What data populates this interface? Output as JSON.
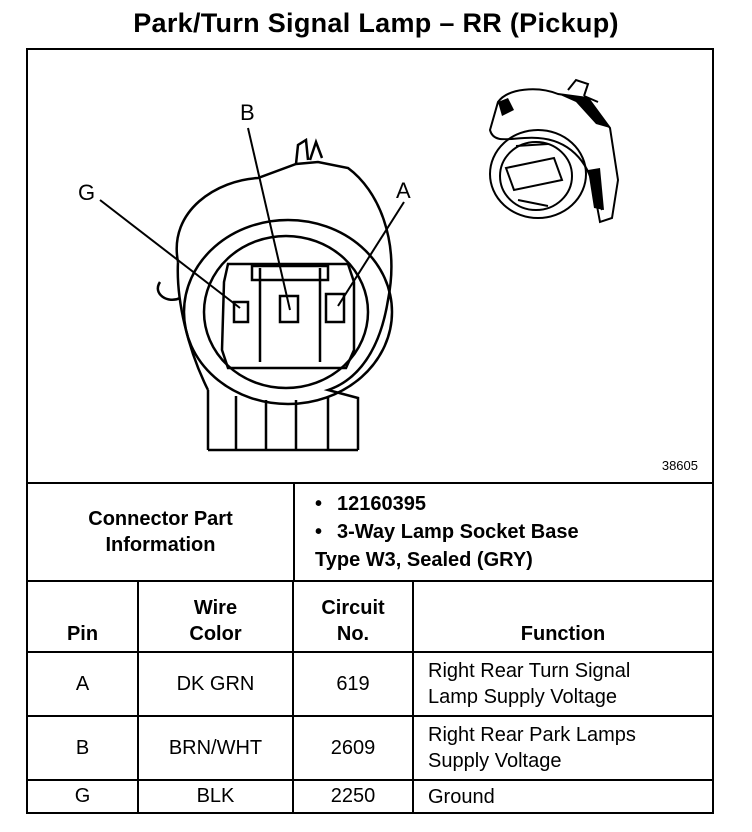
{
  "title": "Park/Turn Signal Lamp – RR (Pickup)",
  "figure": {
    "labels": {
      "b": "B",
      "g": "G",
      "a": "A"
    },
    "id": "38605"
  },
  "connector": {
    "label_line1": "Connector Part",
    "label_line2": "Information",
    "bullets": [
      "12160395",
      "3-Way Lamp Socket Base",
      "Type W3, Sealed (GRY)"
    ]
  },
  "table": {
    "headers": {
      "pin": "Pin",
      "wire_1": "Wire",
      "wire_2": "Color",
      "circuit_1": "Circuit",
      "circuit_2": "No.",
      "function": "Function"
    },
    "rows": [
      {
        "pin": "A",
        "wire": "DK GRN",
        "circuit": "619",
        "function_1": "Right Rear Turn Signal",
        "function_2": "Lamp Supply Voltage"
      },
      {
        "pin": "B",
        "wire": "BRN/WHT",
        "circuit": "2609",
        "function_1": "Right Rear Park Lamps",
        "function_2": "Supply Voltage"
      },
      {
        "pin": "G",
        "wire": "BLK",
        "circuit": "2250",
        "function_1": "Ground",
        "function_2": ""
      }
    ]
  }
}
